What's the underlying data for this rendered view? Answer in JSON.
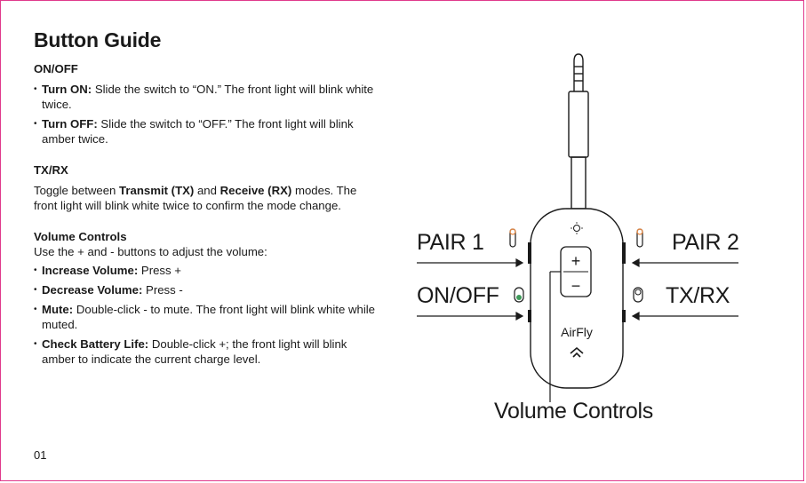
{
  "page_title": "Button Guide",
  "sections": {
    "onoff": {
      "heading": "ON/OFF",
      "items": [
        {
          "term": "Turn ON:",
          "text": " Slide the switch to “ON.” The front light will blink white twice."
        },
        {
          "term": "Turn OFF:",
          "text": " Slide the switch to “OFF.” The front light will blink amber twice."
        }
      ]
    },
    "txrx": {
      "heading": "TX/RX",
      "body_pre": "Toggle between ",
      "term1": "Transmit (TX)",
      "body_mid": " and ",
      "term2": "Receive (RX)",
      "body_post": " modes. The front light will blink white twice to confirm the mode change."
    },
    "volume": {
      "heading": "Volume Controls",
      "intro": "Use the + and - buttons to adjust the volume:",
      "items": [
        {
          "term": "Increase Volume:",
          "text": " Press +"
        },
        {
          "term": "Decrease Volume:",
          "text": " Press -"
        },
        {
          "term": "Mute:",
          "text": " Double-click - to mute. The front light will blink white while muted."
        },
        {
          "term": "Check Battery Life:",
          "text": " Double-click +; the front light will blink amber to indicate the current charge level."
        }
      ]
    }
  },
  "page_number": "01",
  "diagram": {
    "labels": {
      "pair1": "PAIR 1",
      "pair2": "PAIR 2",
      "onoff": "ON/OFF",
      "txrx": "TX/RX",
      "volume_controls": "Volume Controls"
    },
    "plus_symbol": "+",
    "minus_symbol": "−",
    "brand": "AirFly",
    "icons": [
      "headphone-jack-icon",
      "led-indicator-icon",
      "airfly-logo-icon",
      "light-icon"
    ],
    "colors": {
      "led_accent": "#e8843a",
      "switch_green": "#3f9a5a",
      "border": "#e03a8c"
    }
  }
}
